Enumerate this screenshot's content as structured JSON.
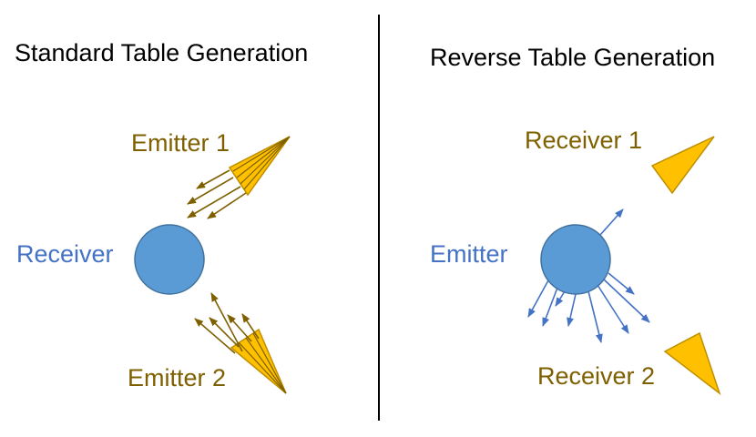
{
  "left": {
    "title": "Standard Table Generation",
    "emitter1": "Emitter 1",
    "emitter2": "Emitter 2",
    "receiver": "Receiver"
  },
  "right": {
    "title": "Reverse Table Generation",
    "receiver1": "Receiver 1",
    "receiver2": "Receiver 2",
    "emitter": "Emitter"
  },
  "colors": {
    "olive_text": "#7f6000",
    "blue_text": "#4472c4",
    "circle_fill": "#5b9bd5",
    "circle_stroke": "#41719c",
    "triangle_fill": "#ffc000",
    "triangle_stroke": "#bf9000",
    "olive_arrow": "#7f6000",
    "blue_arrow": "#4472c4",
    "divider": "#000000"
  }
}
